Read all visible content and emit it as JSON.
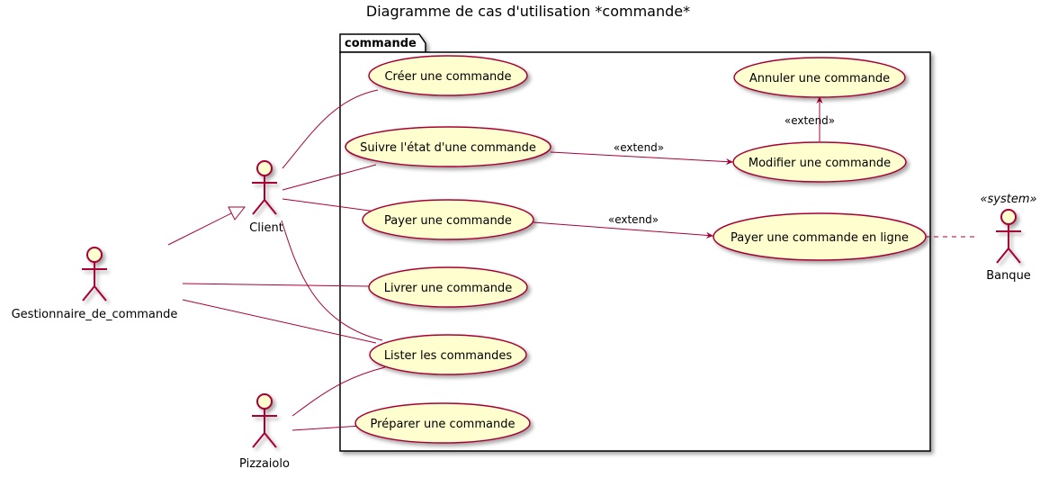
{
  "title": "Diagramme de cas d'utilisation *commande*",
  "package": "commande",
  "actors": {
    "client": "Client",
    "gestionnaire": "Gestionnaire_de_commande",
    "pizzaiolo": "Pizzaiolo",
    "banque": "Banque",
    "banque_stereotype": "«system»"
  },
  "use_cases": {
    "creer": "Créer une commande",
    "suivre": "Suivre l'état d'une commande",
    "payer": "Payer une commande",
    "livrer": "Livrer une commande",
    "lister": "Lister les commandes",
    "preparer": "Préparer une commande",
    "annuler": "Annuler une commande",
    "modifier": "Modifier une commande",
    "payer_en_ligne": "Payer une commande en ligne"
  },
  "relations": {
    "extend_suivre_modifier": "«extend»",
    "extend_modifier_annuler": "«extend»",
    "extend_payer_en_ligne": "«extend»"
  },
  "colors": {
    "line": "#A80036",
    "usecase_fill": "#FEFECE",
    "package_border": "#000000",
    "shadow": "#C8C8C8"
  }
}
